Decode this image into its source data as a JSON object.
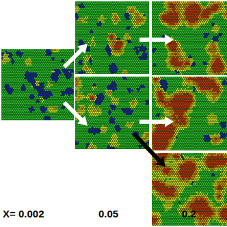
{
  "diagram": {
    "labels": [
      "X= 0.002",
      "0.05",
      "0.2"
    ]
  }
}
